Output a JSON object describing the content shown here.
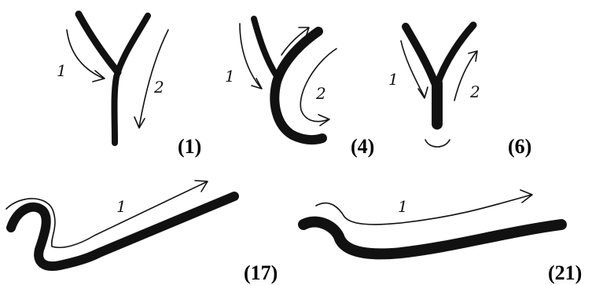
{
  "figures": [
    {
      "id": "1",
      "label": "(1)",
      "stroke_labels": [
        "1",
        "2"
      ]
    },
    {
      "id": "4",
      "label": "(4)",
      "stroke_labels": [
        "1",
        "2"
      ]
    },
    {
      "id": "6",
      "label": "(6)",
      "stroke_labels": [
        "1",
        "2"
      ]
    },
    {
      "id": "17",
      "label": "(17)",
      "stroke_labels": [
        "1"
      ]
    },
    {
      "id": "21",
      "label": "(21)",
      "stroke_labels": [
        "1"
      ]
    }
  ],
  "colors": {
    "ink": "#111111",
    "background": "#ffffff"
  },
  "icons": [
    "arrow-head-icon"
  ]
}
